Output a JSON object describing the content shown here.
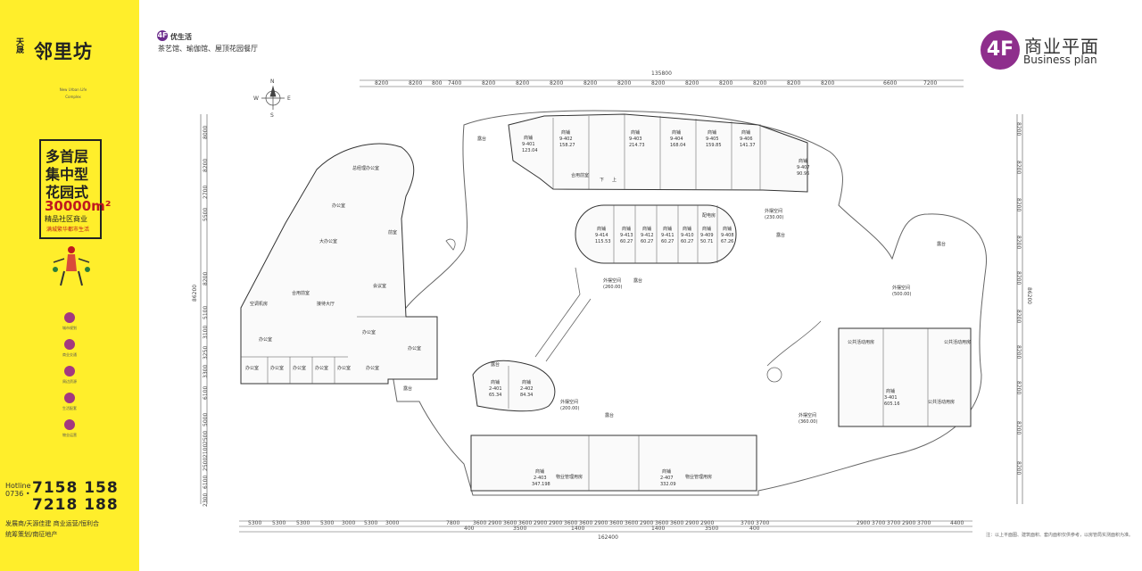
{
  "brand": {
    "prefix": "天晟",
    "name": "邻里坊",
    "tagline": "New Urban Life Complex"
  },
  "badge": {
    "line1": "多首层",
    "line2": "集中型",
    "line3": "花园式",
    "area": "30000m²",
    "desc": "精品社区商业",
    "slogan": "满城繁华都市生活"
  },
  "side_items": [
    "城市规划",
    "商业交通",
    "周边资源",
    "生活配套",
    "物业运营"
  ],
  "hotline": {
    "label": "Hotline",
    "area_code": "0736 •",
    "number1": "7158 158",
    "number2": "7218 188"
  },
  "footer": {
    "line1": "发展商/天源佳建    商业运营/恒利合",
    "line2": "统筹策划/南征地产"
  },
  "floor": {
    "num": "4F",
    "label": "优生活",
    "desc": "茶艺馆、瑜伽馆、屋顶花园餐厅"
  },
  "header": {
    "badge": "4F",
    "title": "商业平面",
    "subtitle": "Business plan"
  },
  "compass": {
    "n": "N",
    "s": "S",
    "e": "E",
    "w": "W"
  },
  "top_dims": {
    "total": "135800",
    "segments": [
      "8200",
      "8200",
      "800",
      "7400",
      "8200",
      "8200",
      "8200",
      "8200",
      "8200",
      "8200",
      "8200",
      "8200",
      "8200",
      "8200",
      "8200",
      "6600",
      "7200"
    ]
  },
  "bottom_dims": {
    "total": "162400",
    "segments": [
      "5300",
      "5300",
      "5300",
      "5300",
      "3000",
      "5300",
      "3000",
      "7800",
      "3600",
      "2900",
      "3600",
      "3600",
      "2900",
      "2900",
      "3600",
      "3600",
      "2900",
      "3600",
      "3600",
      "2900",
      "3600",
      "3600",
      "2900",
      "2900",
      "3700",
      "3700",
      "2900",
      "3700",
      "3700",
      "2900",
      "3700",
      "4400"
    ],
    "sub": [
      "400",
      "3500",
      "1400",
      "1400",
      "3500",
      "400"
    ]
  },
  "left_dims": {
    "total": "86200",
    "segments": [
      "8000",
      "8200",
      "2700",
      "5500",
      "8200",
      "5100",
      "3100",
      "3250",
      "3300",
      "6100",
      "5000",
      "2500",
      "2100",
      "2500",
      "6100",
      "2300"
    ]
  },
  "right_dims": {
    "total": "86200",
    "segments": [
      "8200",
      "8200",
      "8200",
      "8200",
      "8200",
      "8200",
      "8200",
      "8200",
      "8200",
      "8200"
    ]
  },
  "rooms": {
    "office": [
      "总经理办公室",
      "办公室",
      "大办公室",
      "会议室",
      "前室",
      "空调机房",
      "合用前室",
      "接待大厅",
      "办公室",
      "办公室",
      "办公室",
      "办公室",
      "办公室",
      "办公室",
      "办公室",
      "办公室",
      "办公室"
    ],
    "upper_shops": [
      {
        "name": "商铺",
        "id": "9-401",
        "area": "123.04"
      },
      {
        "name": "商铺",
        "id": "9-402",
        "area": "158.27"
      },
      {
        "name": "商铺",
        "id": "9-403",
        "area": "214.73"
      },
      {
        "name": "商铺",
        "id": "9-404",
        "area": "168.04"
      },
      {
        "name": "商铺",
        "id": "9-405",
        "area": "159.85"
      },
      {
        "name": "商铺",
        "id": "9-406",
        "area": "141.37"
      },
      {
        "name": "商铺",
        "id": "9-407",
        "area": "90.96"
      }
    ],
    "mid_shops": [
      {
        "name": "商铺",
        "id": "9-414",
        "area": "115.53"
      },
      {
        "name": "商铺",
        "id": "9-413",
        "area": "60.27"
      },
      {
        "name": "商铺",
        "id": "9-412",
        "area": "60.27"
      },
      {
        "name": "商铺",
        "id": "9-411",
        "area": "60.27"
      },
      {
        "name": "商铺",
        "id": "9-410",
        "area": "60.27"
      },
      {
        "name": "商铺",
        "id": "9-409",
        "area": "50.71"
      },
      {
        "name": "商铺",
        "id": "9-408",
        "area": "67.26"
      }
    ],
    "small_shops": [
      {
        "name": "商铺",
        "id": "2-401",
        "area": "65.34"
      },
      {
        "name": "商铺",
        "id": "2-402",
        "area": "84.34"
      }
    ],
    "bottom_shops": [
      {
        "name": "商铺",
        "id": "2-403",
        "area": "347.198"
      },
      {
        "name": "商铺",
        "id": "2-407",
        "area": "332.09"
      }
    ],
    "right_shop": {
      "name": "商铺",
      "id": "3-401",
      "area": "605.16"
    },
    "mgmt": [
      "物业管理用房",
      "物业管理用房"
    ],
    "public": [
      "公共活动用房",
      "公共活动用房",
      "公共活动用房"
    ],
    "outdoor": [
      {
        "label": "外摆空间",
        "area": "(230.00)"
      },
      {
        "label": "外摆空间",
        "area": "(260.00)"
      },
      {
        "label": "外摆空间",
        "area": "(200.00)"
      },
      {
        "label": "外摆空间",
        "area": "(360.00)"
      },
      {
        "label": "外摆空间",
        "area": "(500.00)"
      }
    ],
    "terrace": "露台",
    "misc": [
      "合用前室",
      "配电房",
      "下",
      "上"
    ]
  },
  "note": "注：以上平面图、建筑面积、套内面积仅供参考，以房管局实测面积为准。"
}
